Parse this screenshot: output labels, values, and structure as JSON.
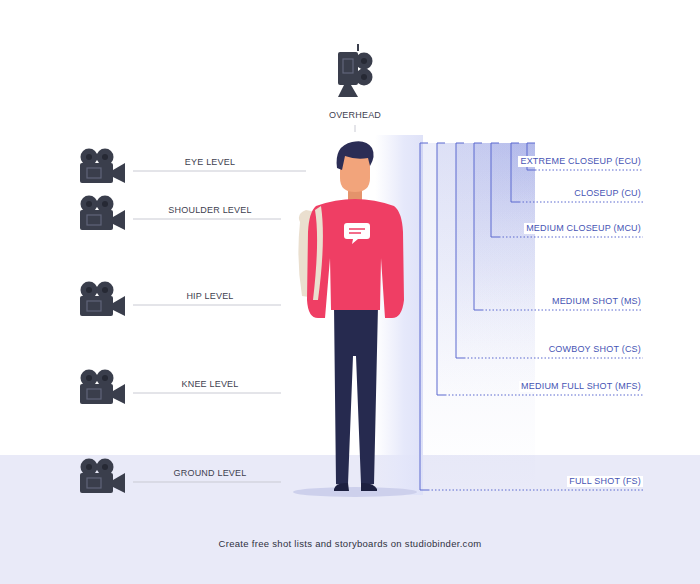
{
  "diagram": {
    "caption": "Create free shot lists and storyboards on studiobinder.com",
    "labels": [
      "OVERHEAD",
      "EYE LEVEL",
      "SHOULDER LEVEL",
      "HIP LEVEL",
      "KNEE LEVEL",
      "GROUND LEVEL",
      "EXTREME CLOSEUP (ECU)",
      "CLOSEUP (CU)",
      "MEDIUM CLOSEUP (MCU)",
      "MEDIUM SHOT (MS)",
      "COWBOY SHOT (CS)",
      "MEDIUM FULL SHOT (MFS)",
      "FULL SHOT (FS)"
    ]
  }
}
